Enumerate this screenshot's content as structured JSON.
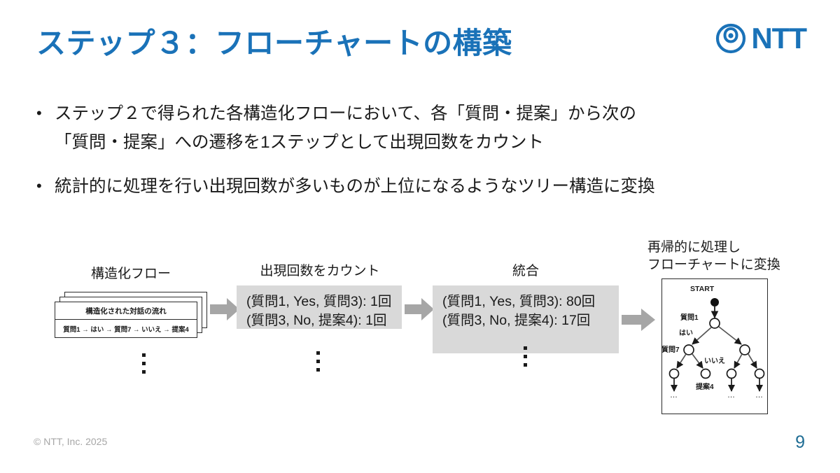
{
  "slide": {
    "title": "ステップ３：フローチャートの構築",
    "page_number": "9",
    "copyright": "© NTT, Inc.  2025",
    "accent_color": "#1a72b8",
    "page_number_color": "#1f6d94",
    "box_fill_color": "#d9d9d9",
    "arrow_color": "#a6a6a6"
  },
  "logo": {
    "word": "NTT",
    "mark_name": "ntt-circular-mark"
  },
  "bullets": [
    {
      "marker": "•",
      "lines": [
        "ステップ２で得られた各構造化フローにおいて、各「質問・提案」から次の",
        "「質問・提案」への遷移を1ステップとして出現回数をカウント"
      ]
    },
    {
      "marker": "•",
      "lines": [
        "統計的に処理を行い出現回数が多いものが上位になるようなツリー構造に変換"
      ]
    }
  ],
  "diagram": {
    "stage_structured_flow": {
      "label": "構造化フロー",
      "card_title": "構造化された対話の流れ",
      "card_body": "質問1 → はい → 質問7 → いいえ → 提案4",
      "card_count": 3,
      "ellipsis": "⋮"
    },
    "stage_count": {
      "label": "出現回数をカウント",
      "lines": [
        "(質問1, Yes, 質問3): 1回",
        "(質問3, No, 提案4): 1回"
      ],
      "ellipsis": "⋮"
    },
    "stage_merge": {
      "label": "統合",
      "lines": [
        "(質問1, Yes, 質問3): 80回",
        "(質問3, No, 提案4): 17回"
      ],
      "ellipsis": "⋮"
    },
    "stage_tree": {
      "label_line1": "再帰的に処理し",
      "label_line2": "フローチャートに変換",
      "tree": {
        "start_label": "START",
        "node_labels": [
          {
            "text": "質問1",
            "node": "root"
          },
          {
            "text": "はい",
            "node": "edge-left"
          },
          {
            "text": "質問7",
            "node": "left-child"
          },
          {
            "text": "いいえ",
            "node": "edge-right"
          },
          {
            "text": "提案4",
            "node": "leaf-2"
          }
        ],
        "leaf_ellipsis": "…",
        "leaf_ellipsis_count": 3
      }
    },
    "arrows": [
      {
        "name": "arrow-flow-to-count"
      },
      {
        "name": "arrow-count-to-merge"
      },
      {
        "name": "arrow-merge-to-tree"
      }
    ]
  }
}
